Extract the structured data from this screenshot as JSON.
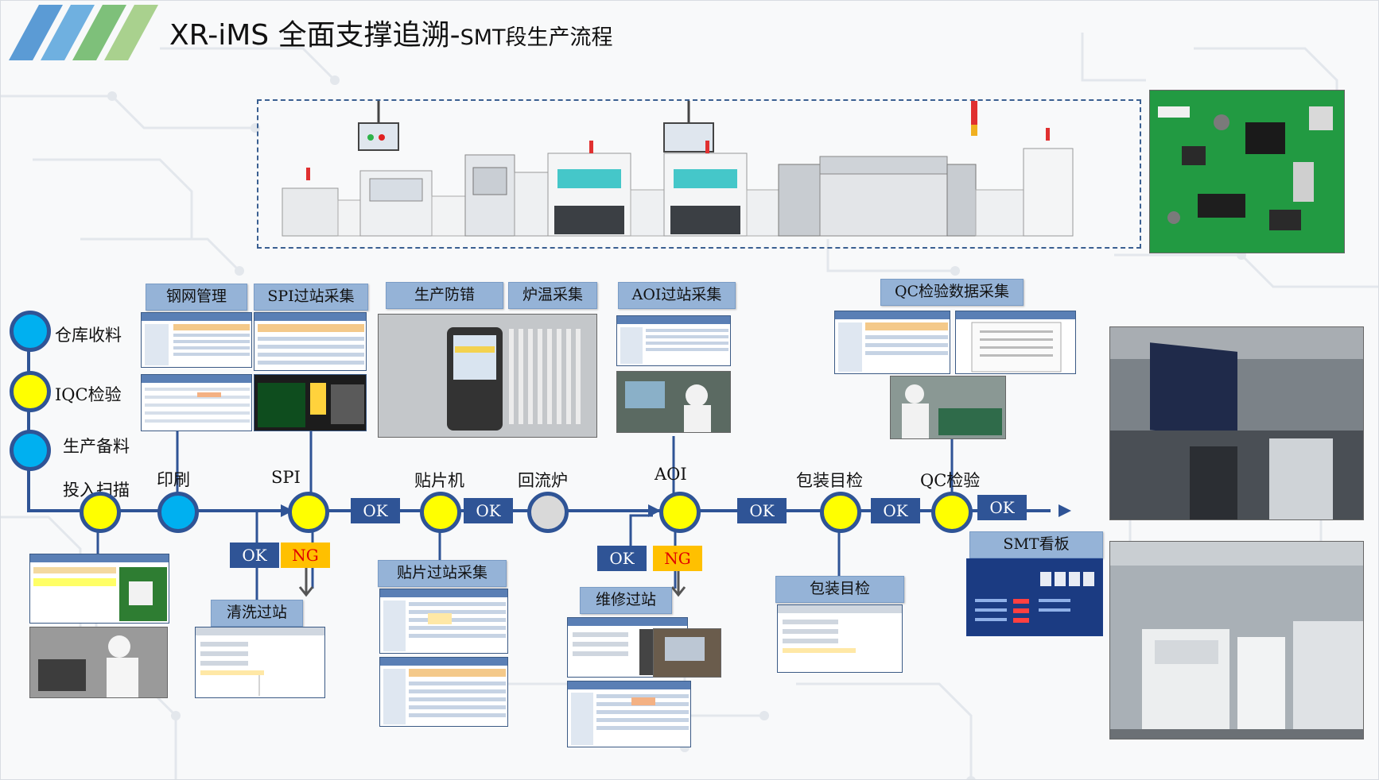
{
  "title": {
    "main": "XR-iMS 全面支撑追溯-",
    "sub": "SMT段生产流程"
  },
  "legend": [
    {
      "label": "仓库收料",
      "color": "#00b0f0"
    },
    {
      "label": "IQC检验",
      "color": "#ffff00"
    },
    {
      "label": "生产备料",
      "color": "#00b0f0"
    }
  ],
  "stations": {
    "scan": "投入扫描",
    "print": "印刷",
    "spi": "SPI",
    "mounter": "贴片机",
    "reflow": "回流炉",
    "aoi": "AOI",
    "pack": "包装目检",
    "qc": "QC检验"
  },
  "labels": {
    "stencil": "钢网管理",
    "spi_collect": "SPI过站采集",
    "error_proof": "生产防错",
    "oven_temp": "炉温采集",
    "aoi_collect": "AOI过站采集",
    "qc_collect": "QC检验数据采集",
    "smt_board": "SMT看板",
    "cleaning": "清洗过站",
    "mount_collect": "贴片过站采集",
    "repair": "维修过站",
    "pack_check": "包装目检"
  },
  "flags": {
    "ok": "OK",
    "ng": "NG"
  },
  "colors": {
    "flow": "#2f5496",
    "label_bg": "#95b3d7",
    "ok_bg": "#2f5496",
    "ng_bg": "#ffc000",
    "ng_text": "#e00000",
    "node_yellow": "#ffff00",
    "node_blue": "#00b0f0",
    "node_gray": "#d9d9d9"
  }
}
